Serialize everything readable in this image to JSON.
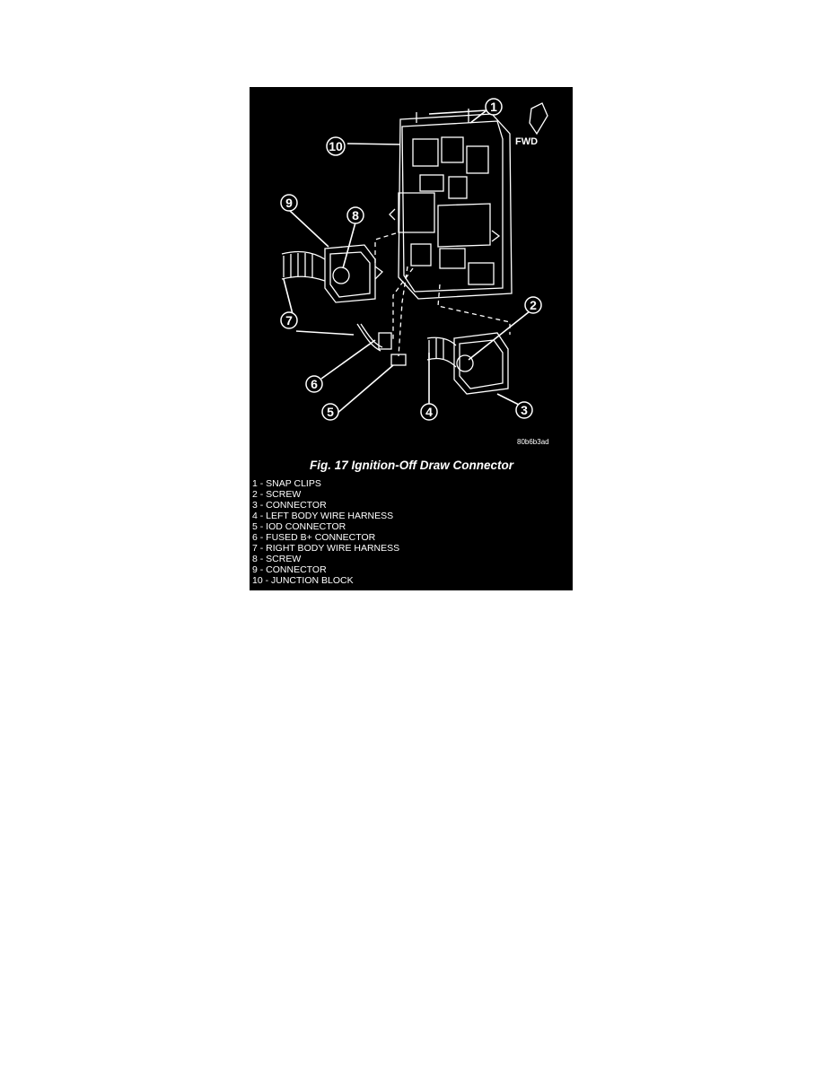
{
  "figure": {
    "direction_label": "FWD",
    "image_code": "80b6b3ad",
    "caption": "Fig. 17 Ignition-Off Draw Connector",
    "callout_numbers": [
      "1",
      "2",
      "3",
      "4",
      "5",
      "6",
      "7",
      "8",
      "9",
      "10"
    ],
    "legend": [
      "1 - SNAP CLIPS",
      "2 - SCREW",
      "3 - CONNECTOR",
      "4 - LEFT BODY WIRE HARNESS",
      "5 - IOD CONNECTOR",
      "6 - FUSED B+ CONNECTOR",
      "7 - RIGHT BODY WIRE HARNESS",
      "8 - SCREW",
      "9 - CONNECTOR",
      "10 - JUNCTION BLOCK"
    ]
  }
}
